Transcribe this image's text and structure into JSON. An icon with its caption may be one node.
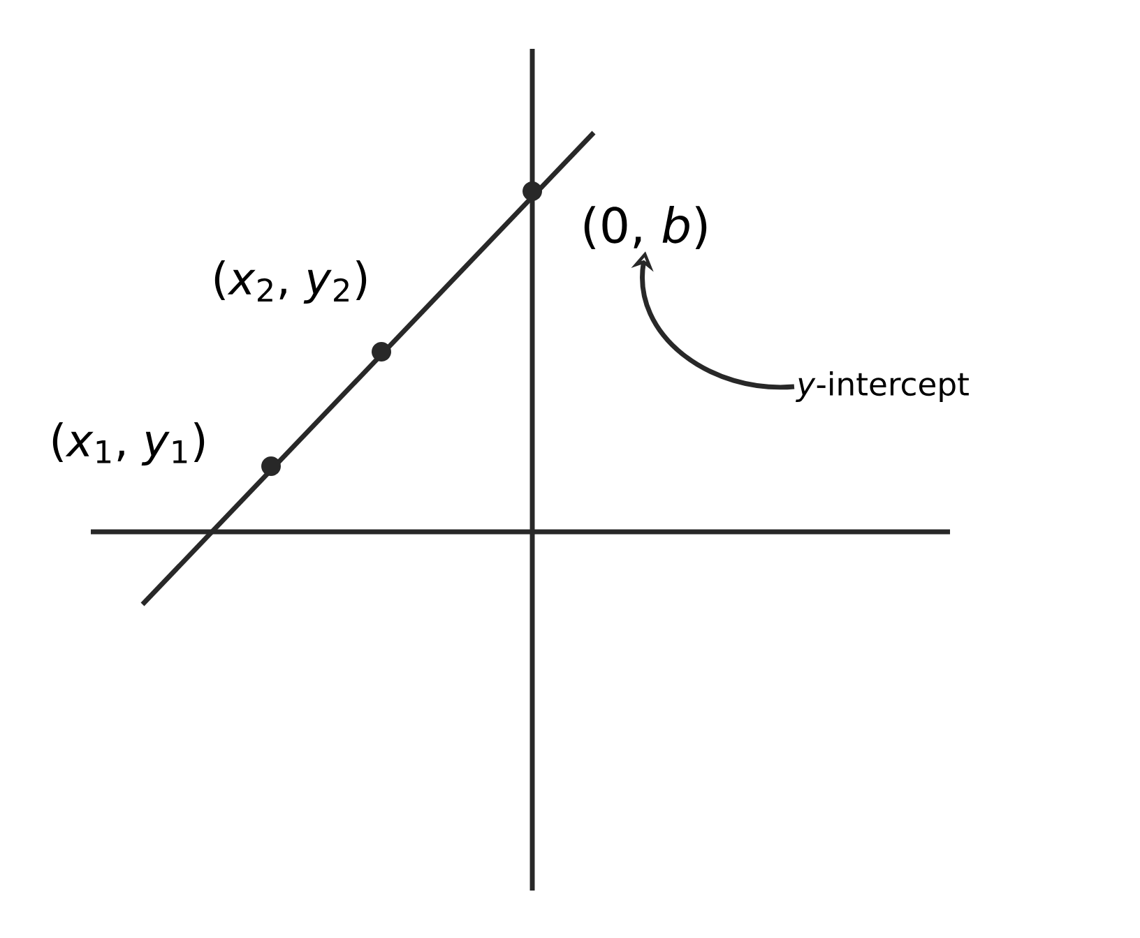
{
  "diagram": {
    "nodes": [
      {
        "text": [
          "(0, *b*)"
        ]
      },
      {
        "text": [
          "*y*-intercept"
        ]
      }
    ],
    "edges": [
      {
        "from": 1,
        "to": 0,
        "arrow": "to"
      }
    ],
    "labels": [
      "(*x*$_{2}$, *y*$_{2}$)",
      "(*x*$_{1}$, *y*$_{1}$)"
    ]
  }
}
